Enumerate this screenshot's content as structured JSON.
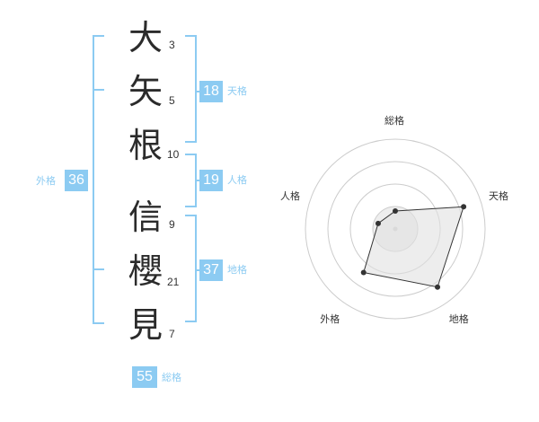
{
  "accent_color": "#8ccbf2",
  "name": {
    "characters": [
      {
        "char": "大",
        "strokes": "3"
      },
      {
        "char": "矢",
        "strokes": "5"
      },
      {
        "char": "根",
        "strokes": "10"
      },
      {
        "char": "信",
        "strokes": "9"
      },
      {
        "char": "櫻",
        "strokes": "21"
      },
      {
        "char": "見",
        "strokes": "7"
      }
    ]
  },
  "scores": {
    "tenkaku": {
      "value": "18",
      "label": "天格"
    },
    "jinkaku": {
      "value": "19",
      "label": "人格"
    },
    "chikaku": {
      "value": "37",
      "label": "地格"
    },
    "gaikaku": {
      "value": "36",
      "label": "外格"
    },
    "soukaku": {
      "value": "55",
      "label": "総格"
    }
  },
  "chart_data": {
    "type": "radar",
    "axes": [
      "総格",
      "天格",
      "地格",
      "外格",
      "人格"
    ],
    "values": [
      1,
      4,
      4,
      3,
      1
    ],
    "range": [
      0,
      5
    ],
    "rings": 4,
    "grid": true
  }
}
